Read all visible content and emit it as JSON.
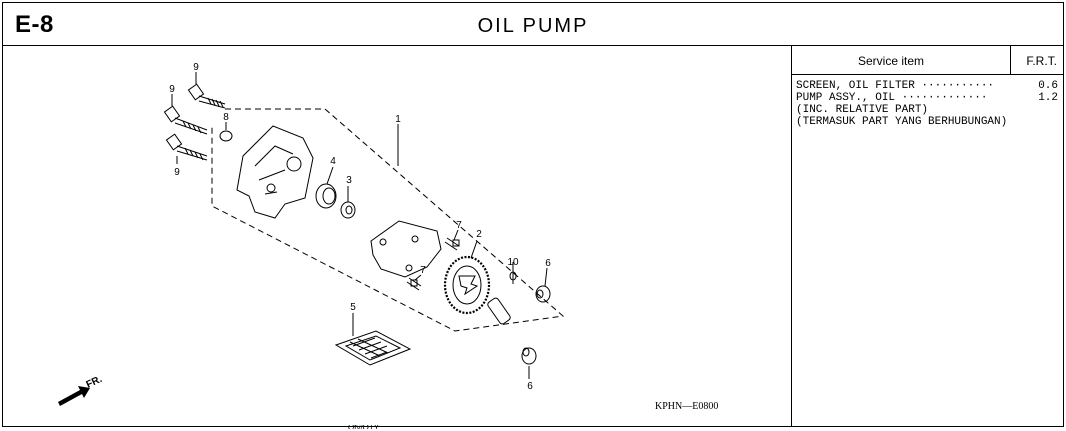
{
  "header": {
    "code": "E-8",
    "title": "OIL  PUMP"
  },
  "diagram": {
    "callouts": [
      "1",
      "2",
      "3",
      "4",
      "5",
      "6",
      "6",
      "7",
      "7",
      "8",
      "9",
      "9",
      "9",
      "10"
    ],
    "front_label": "FR.",
    "ref_code": "KPHN—E0800"
  },
  "service": {
    "col_item": "Service  item",
    "col_frt": "F.R.T.",
    "rows": [
      {
        "label": "SCREEN, OIL FILTER ···········",
        "value": "0.6"
      },
      {
        "label": "PUMP ASSY., OIL ·············",
        "value": "1.2"
      },
      {
        "label": "(INC. RELATIVE PART)",
        "value": ""
      },
      {
        "label": "(TERMASUK PART YANG BERHUBUNGAN)",
        "value": ""
      }
    ]
  },
  "footer": {
    "partial_text": "Qty/QTY"
  }
}
